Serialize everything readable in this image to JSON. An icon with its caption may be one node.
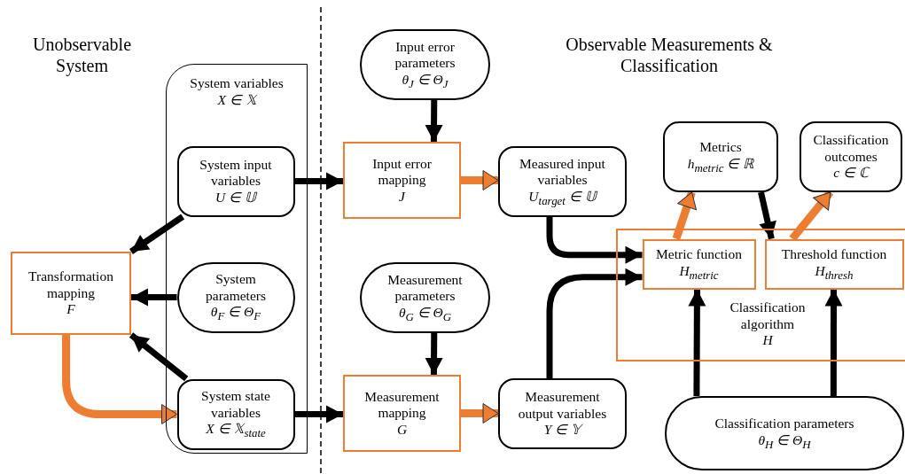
{
  "diagram": {
    "nodes": [
      {
        "text": [
          "System variables",
          "X ∈ 𝕏"
        ]
      },
      {
        "text": [
          "System input variables",
          "U ∈ 𝕌"
        ],
        "in": 0
      },
      {
        "text": [
          "System parameters",
          "θ$_{F}$ ∈ Θ$_{F}$"
        ],
        "in": 0
      },
      {
        "text": [
          "System state variables",
          "X ∈ 𝕏$_{state}$"
        ],
        "in": 0
      },
      {
        "text": [
          "Transformation mapping",
          "F"
        ]
      },
      {
        "text": [
          "Input error parameters",
          "θ$_{J}$ ∈ Θ$_{J}$"
        ]
      },
      {
        "text": [
          "Input error mapping",
          "J"
        ]
      },
      {
        "text": [
          "Measured input variables",
          "U$_{target}$ ∈ 𝕌"
        ]
      },
      {
        "text": [
          "Measurement parameters",
          "θ$_{G}$ ∈ Θ$_{G}$"
        ]
      },
      {
        "text": [
          "Measurement mapping",
          "G"
        ]
      },
      {
        "text": [
          "Measurement output variables",
          "Y ∈ 𝕐"
        ]
      },
      {
        "text": [
          "Metrics",
          "h$_{metric}$ ∈ ℝ"
        ]
      },
      {
        "text": [
          "Classification outcomes",
          "c ∈ ℂ"
        ]
      },
      {
        "text": [
          "Classification algorithm",
          "H"
        ]
      },
      {
        "text": [
          "Metric function",
          "H$_{metric}$"
        ],
        "in": 13
      },
      {
        "text": [
          "Threshold function",
          "H$_{thresh}$"
        ],
        "in": 13
      },
      {
        "text": [
          "Classification parameters",
          "θ$_{H}$ ∈ Θ$_{H}$"
        ]
      }
    ],
    "edges": [
      {
        "from": 1,
        "to": 4,
        "arrow": "to"
      },
      {
        "from": 2,
        "to": 4,
        "arrow": "to"
      },
      {
        "from": 3,
        "to": 4,
        "arrow": "to"
      },
      {
        "from": 4,
        "to": 3,
        "arrow": "to",
        "color": "#ed7d31"
      },
      {
        "from": 1,
        "to": 6,
        "arrow": "to"
      },
      {
        "from": 3,
        "to": 9,
        "arrow": "to"
      },
      {
        "from": 5,
        "to": 6,
        "arrow": "to"
      },
      {
        "from": 6,
        "to": 7,
        "arrow": "to",
        "color": "#ed7d31"
      },
      {
        "from": 8,
        "to": 9,
        "arrow": "to"
      },
      {
        "from": 9,
        "to": 10,
        "arrow": "to",
        "color": "#ed7d31"
      },
      {
        "from": 7,
        "to": 14,
        "arrow": "to"
      },
      {
        "from": 10,
        "to": 14,
        "arrow": "to"
      },
      {
        "from": 14,
        "to": 11,
        "arrow": "to",
        "color": "#ed7d31"
      },
      {
        "from": 11,
        "to": 15,
        "arrow": "to"
      },
      {
        "from": 15,
        "to": 12,
        "arrow": "to",
        "color": "#ed7d31"
      },
      {
        "from": 16,
        "to": 14,
        "arrow": "to"
      },
      {
        "from": 16,
        "to": 15,
        "arrow": "to"
      }
    ],
    "labels": [
      "Unobservable System",
      "Observable Measurements & Classification"
    ]
  }
}
